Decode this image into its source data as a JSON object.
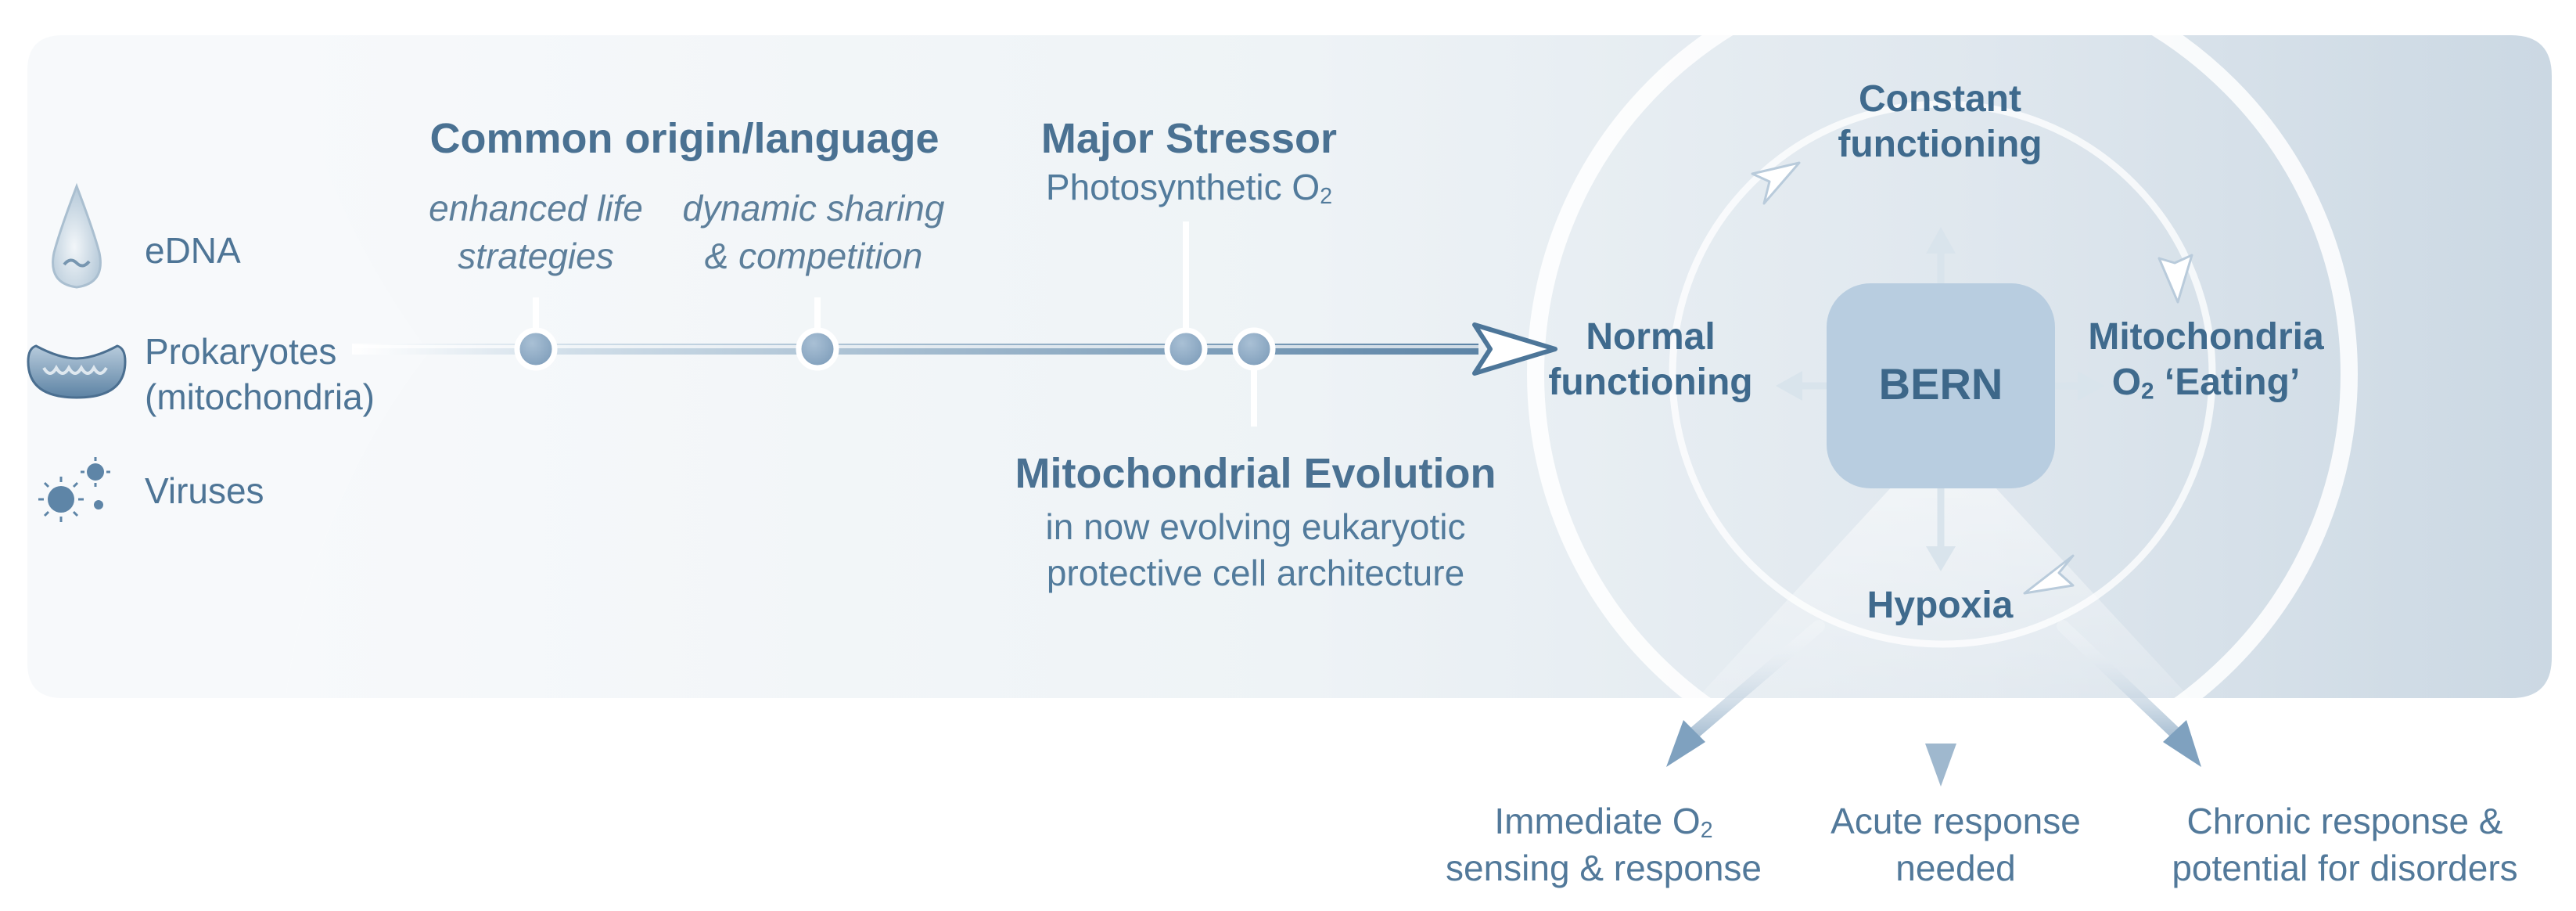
{
  "legend": {
    "items": [
      {
        "label": "eDNA",
        "icon": "water-drop-icon"
      },
      {
        "label": "Prokaryotes\n(mitochondria)",
        "icon": "mitochondrion-icon"
      },
      {
        "label": "Viruses",
        "icon": "virus-icon"
      }
    ]
  },
  "timeline": {
    "common_origin": {
      "title": "Common origin/language",
      "left_note": "enhanced life\nstrategies",
      "right_note": "dynamic sharing\n& competition"
    },
    "major_stressor": {
      "title": "Major Stressor",
      "subtitle_main": "Photosynthetic O",
      "subtitle_sub": "2"
    },
    "mito_evolution": {
      "title": "Mitochondrial Evolution",
      "subtitle": "in now evolving eukaryotic\nprotective cell architecture"
    }
  },
  "cycle": {
    "center": "BERN",
    "top": "Constant\nfunctioning",
    "left": "Normal\nfunctioning",
    "right_line1": "Mitochondria",
    "right_line2_pre": "O",
    "right_line2_sub": "2",
    "right_line2_post": " ‘Eating’",
    "bottom": "Hypoxia"
  },
  "outcomes": {
    "immediate_line1_pre": "Immediate O",
    "immediate_line1_sub": "2",
    "immediate_line2": "sensing & response",
    "acute": "Acute response\nneeded",
    "chronic": "Chronic response &\npotential for disorders"
  },
  "colors": {
    "band_light": "#f4f7f9",
    "band_dark": "#cfdbe4",
    "node_dot": "#8fabc6",
    "center_box": "#b8cde0",
    "text": "#3e6688",
    "arrow": "#9bb6cd"
  }
}
